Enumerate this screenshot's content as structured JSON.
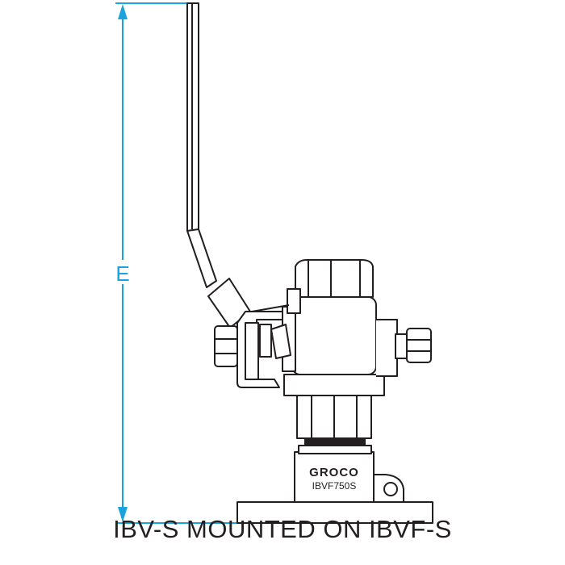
{
  "dimension": {
    "label": "E",
    "color": "#1aa3dd"
  },
  "part": {
    "brand": "GROCO",
    "model": "IBVF750S"
  },
  "caption": "IBV-S MOUNTED ON IBVF-S",
  "colors": {
    "line": "#231f20",
    "dimension": "#1aa3dd"
  }
}
